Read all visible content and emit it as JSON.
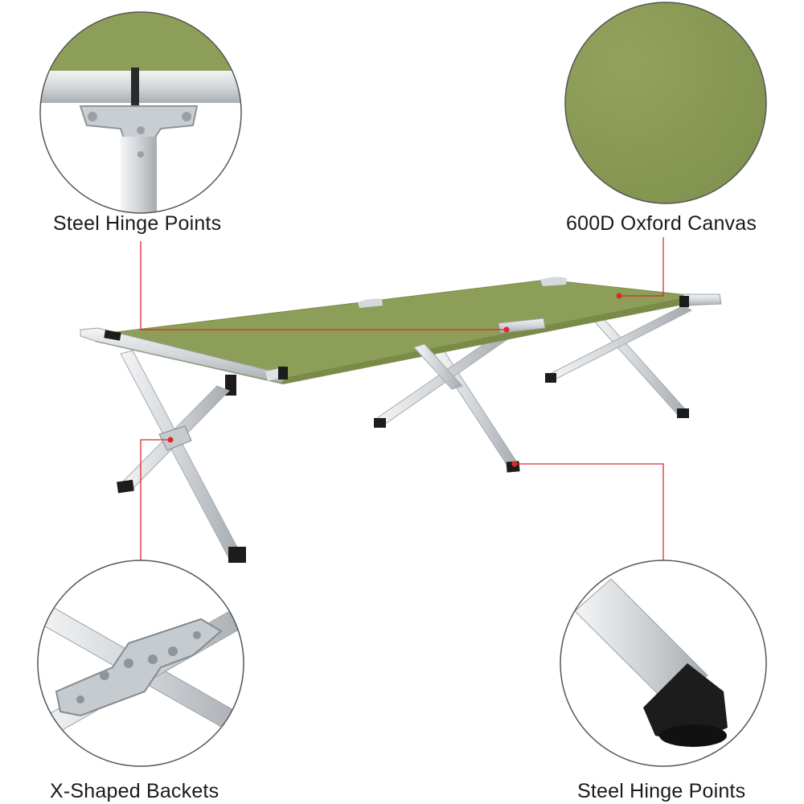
{
  "callouts": {
    "top_left": {
      "label": "Steel Hinge Points"
    },
    "top_right": {
      "label": "600D Oxford Canvas"
    },
    "bottom_left": {
      "label": "X-Shaped Backets"
    },
    "bottom_right": {
      "label": "Steel Hinge Points"
    }
  },
  "colors": {
    "canvas_green": "#8fa05a",
    "canvas_green_dark": "#7d8e4c",
    "frame_aluminum": "#d9dde0",
    "frame_shadow": "#aeb3b8",
    "foot_black": "#1c1c1c",
    "leader_red": "#e0282c",
    "circle_outline": "#555555"
  }
}
